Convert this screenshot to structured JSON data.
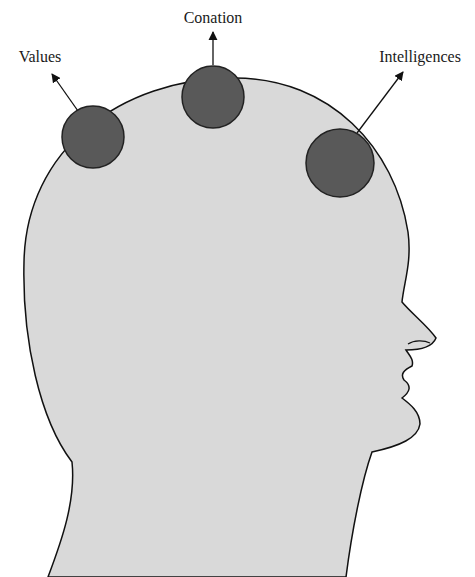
{
  "diagram": {
    "nodes": [
      {
        "text": [
          "Values"
        ]
      },
      {
        "text": [
          "Conation"
        ]
      },
      {
        "text": [
          "Intelligences"
        ]
      }
    ]
  }
}
